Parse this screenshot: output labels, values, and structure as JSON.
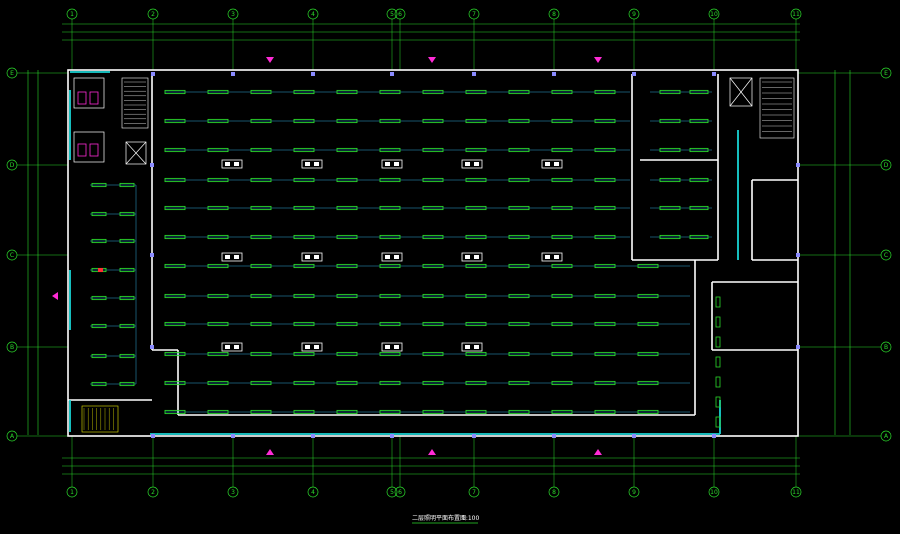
{
  "drawing": {
    "title": "二层照明平面布置图",
    "scale": "1:100",
    "colors": {
      "background": "#000000",
      "wall": "#ffffff",
      "axis": "#2bd92b",
      "fixture": "#2bd92b",
      "circuit": "#2ea6d8",
      "glazing": "#19d3d3",
      "marker": "#ff2bd6",
      "accent_red": "#ff3030"
    },
    "axes_horizontal": [
      "1",
      "2",
      "3",
      "4",
      "5",
      "6",
      "7",
      "8",
      "9",
      "10",
      "11"
    ],
    "axes_vertical": [
      "E",
      "D",
      "C",
      "B",
      "A"
    ]
  }
}
